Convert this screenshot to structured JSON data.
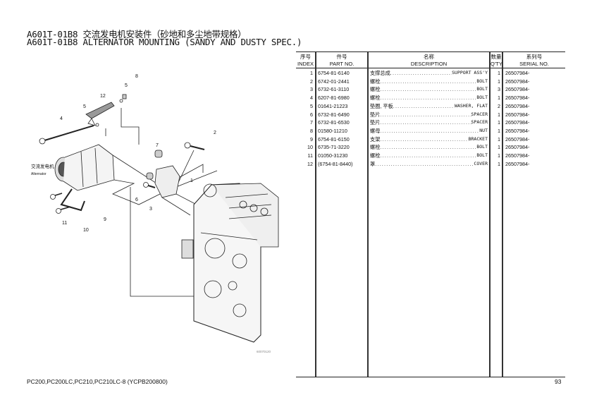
{
  "title": {
    "line1": "A601T-01B8 交流发电机安装件（砂地和多尘地带规格）",
    "line2": "A601T-01B8 ALTERNATOR MOUNTING (SANDY AND DUSTY SPEC.)"
  },
  "diagram": {
    "alternator_label_cn": "交流发电机",
    "alternator_label_en": "Alternator",
    "callouts": [
      "1",
      "2",
      "3",
      "4",
      "5",
      "5",
      "6",
      "7",
      "8",
      "9",
      "10",
      "11",
      "12"
    ],
    "drawing_code": "60070120"
  },
  "table": {
    "headers": [
      {
        "cn": "序号",
        "en": "INDEX"
      },
      {
        "cn": "件号",
        "en": "PART NO."
      },
      {
        "cn": "名称",
        "en": "DESCRIPTION"
      },
      {
        "cn": "数量",
        "en": "Q'TY"
      },
      {
        "cn": "系列号",
        "en": "SERIAL NO."
      }
    ],
    "rows": [
      {
        "index": "1",
        "part_no": "6754-81-6140",
        "desc_cn": "支撑总成",
        "desc_en": "SUPPORT ASS'Y",
        "qty": "1",
        "serial": "26507984-"
      },
      {
        "index": "2",
        "part_no": "6742-01-2441",
        "desc_cn": "螺栓",
        "desc_en": "BOLT",
        "qty": "1",
        "serial": "26507984-"
      },
      {
        "index": "3",
        "part_no": "6732-61-3110",
        "desc_cn": "螺栓",
        "desc_en": "BOLT",
        "qty": "3",
        "serial": "26507984-"
      },
      {
        "index": "4",
        "part_no": "6207-81-6980",
        "desc_cn": "螺栓",
        "desc_en": "BOLT",
        "qty": "1",
        "serial": "26507984-"
      },
      {
        "index": "5",
        "part_no": "01641-21223",
        "desc_cn": "垫圈, 平板",
        "desc_en": "WASHER, FLAT",
        "qty": "2",
        "serial": "26507984-"
      },
      {
        "index": "6",
        "part_no": "6732-81-6490",
        "desc_cn": "垫片",
        "desc_en": "SPACER",
        "qty": "1",
        "serial": "26507984-"
      },
      {
        "index": "7",
        "part_no": "6732-81-6530",
        "desc_cn": "垫片",
        "desc_en": "SPACER",
        "qty": "1",
        "serial": "26507984-"
      },
      {
        "index": "8",
        "part_no": "01580-11210",
        "desc_cn": "螺母",
        "desc_en": "NUT",
        "qty": "1",
        "serial": "26507984-"
      },
      {
        "index": "9",
        "part_no": "6754-81-6150",
        "desc_cn": "支架",
        "desc_en": "BRACKET",
        "qty": "1",
        "serial": "26507984-"
      },
      {
        "index": "10",
        "part_no": "6735-71-3220",
        "desc_cn": "螺栓",
        "desc_en": "BOLT",
        "qty": "1",
        "serial": "26507984-"
      },
      {
        "index": "11",
        "part_no": "01050-31230",
        "desc_cn": "螺栓",
        "desc_en": "BOLT",
        "qty": "1",
        "serial": "26507984-"
      },
      {
        "index": "12",
        "part_no": "(6754-81-8440)",
        "desc_cn": "罩",
        "desc_en": "COVER",
        "qty": "1",
        "serial": "26507984-"
      }
    ]
  },
  "footer": {
    "model": "PC200,PC200LC,PC210,PC210LC-8 (YCPB200800)",
    "page": "93"
  }
}
